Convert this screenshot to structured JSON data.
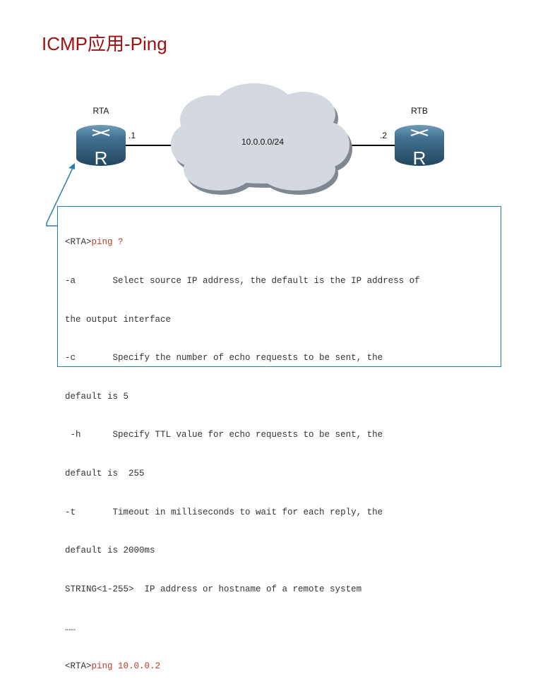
{
  "title": "ICMP应用-Ping",
  "diagram": {
    "router_a": {
      "name": "RTA",
      "interface": ".1",
      "icon_letter": "R"
    },
    "router_b": {
      "name": "RTB",
      "interface": ".2",
      "icon_letter": "R"
    },
    "network": {
      "label": "10.0.0.0/24"
    }
  },
  "cli": {
    "lines": [
      {
        "prompt": "<RTA>",
        "command": "ping ?"
      },
      {
        "text": "-a       Select source IP address, the default is the IP address of"
      },
      {
        "text": "the output interface"
      },
      {
        "text": "-c       Specify the number of echo requests to be sent, the"
      },
      {
        "text": "default is 5"
      },
      {
        "text": " -h      Specify TTL value for echo requests to be sent, the"
      },
      {
        "text": "default is  255"
      },
      {
        "text": "-t       Timeout in milliseconds to wait for each reply, the"
      },
      {
        "text": "default is 2000ms"
      },
      {
        "text": "STRING<1-255>  IP address or hostname of a remote system"
      },
      {
        "text": "……"
      },
      {
        "prompt": "<RTA>",
        "command": "ping 10.0.0.2"
      }
    ]
  },
  "colors": {
    "title": "#a01212",
    "router": "#2f5b7c",
    "box_border": "#2b7fb0",
    "command": "#c0392b"
  }
}
